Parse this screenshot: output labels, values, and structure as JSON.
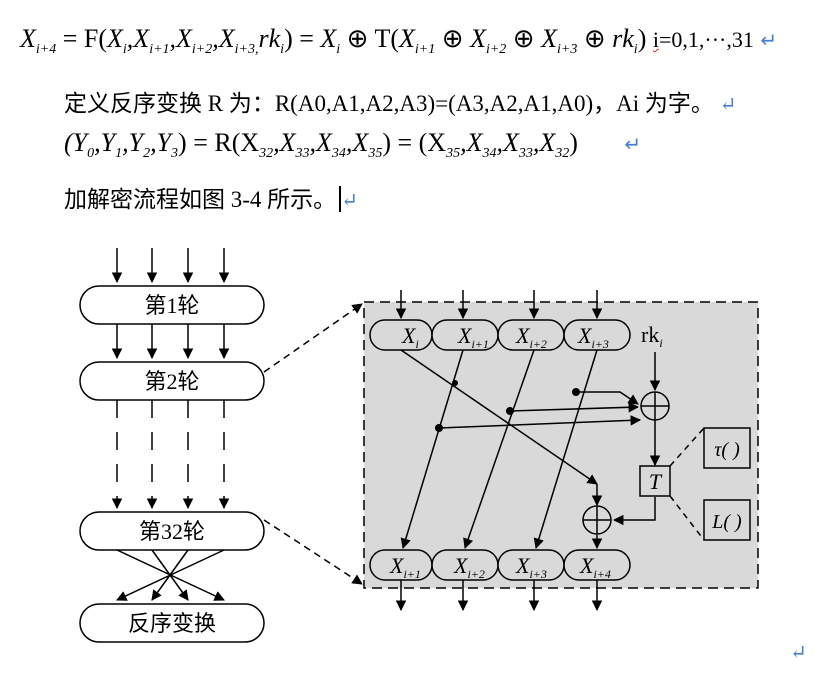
{
  "doc": {
    "return_mark": "↵",
    "eq1": {
      "lhs_var": "X",
      "lhs_sub": "i+4",
      "f": "= F(",
      "a1": "X",
      "a1s": "i",
      "a2": "X",
      "a2s": "i+1",
      "a3": "X",
      "a3s": "i+2",
      "a4": "X",
      "a4s": "i+3,",
      "rk": "rk",
      "rks": "i",
      "mid": ") = ",
      "b1": "X",
      "b1s": "i",
      "t": " ⊕ T(",
      "c1": "X",
      "c1s": "i+1",
      "c2": "X",
      "c2s": "i+2",
      "c3": "X",
      "c3s": "i+3",
      "rk2": "rk",
      "rk2s": "i",
      "close": ")",
      "index_i": "i",
      "index_rest": "=0,1,···,31"
    },
    "line2": "定义反序变换 R 为：R(A0,A1,A2,A3)=(A3,A2,A1,A0)，Ai 为字。",
    "eq2": {
      "y": "(Y",
      "y0": "0",
      "y1": "1",
      "y2": "2",
      "y3": "3",
      "r": ") = R(X",
      "x32": "32",
      "x33": "33",
      "x34": "34",
      "x35": "35",
      "eq": ") = (X"
    },
    "line4": "加解密流程如图 3-4 所示。"
  },
  "diagram": {
    "round1": "第1轮",
    "round2": "第2轮",
    "round32": "第32轮",
    "reverse": "反序变换",
    "in_x": [
      "X",
      "X",
      "X",
      "X"
    ],
    "in_sub": [
      "i",
      "i+1",
      "i+2",
      "i+3"
    ],
    "out_x": [
      "X",
      "X",
      "X",
      "X"
    ],
    "out_sub": [
      "i+1",
      "i+2",
      "i+3",
      "i+4"
    ],
    "rk_label": "rk",
    "rk_sub": "i",
    "xor_symbol": "⊕",
    "t_label": "T",
    "tau_label": "τ( )",
    "l_label": "L( )"
  }
}
